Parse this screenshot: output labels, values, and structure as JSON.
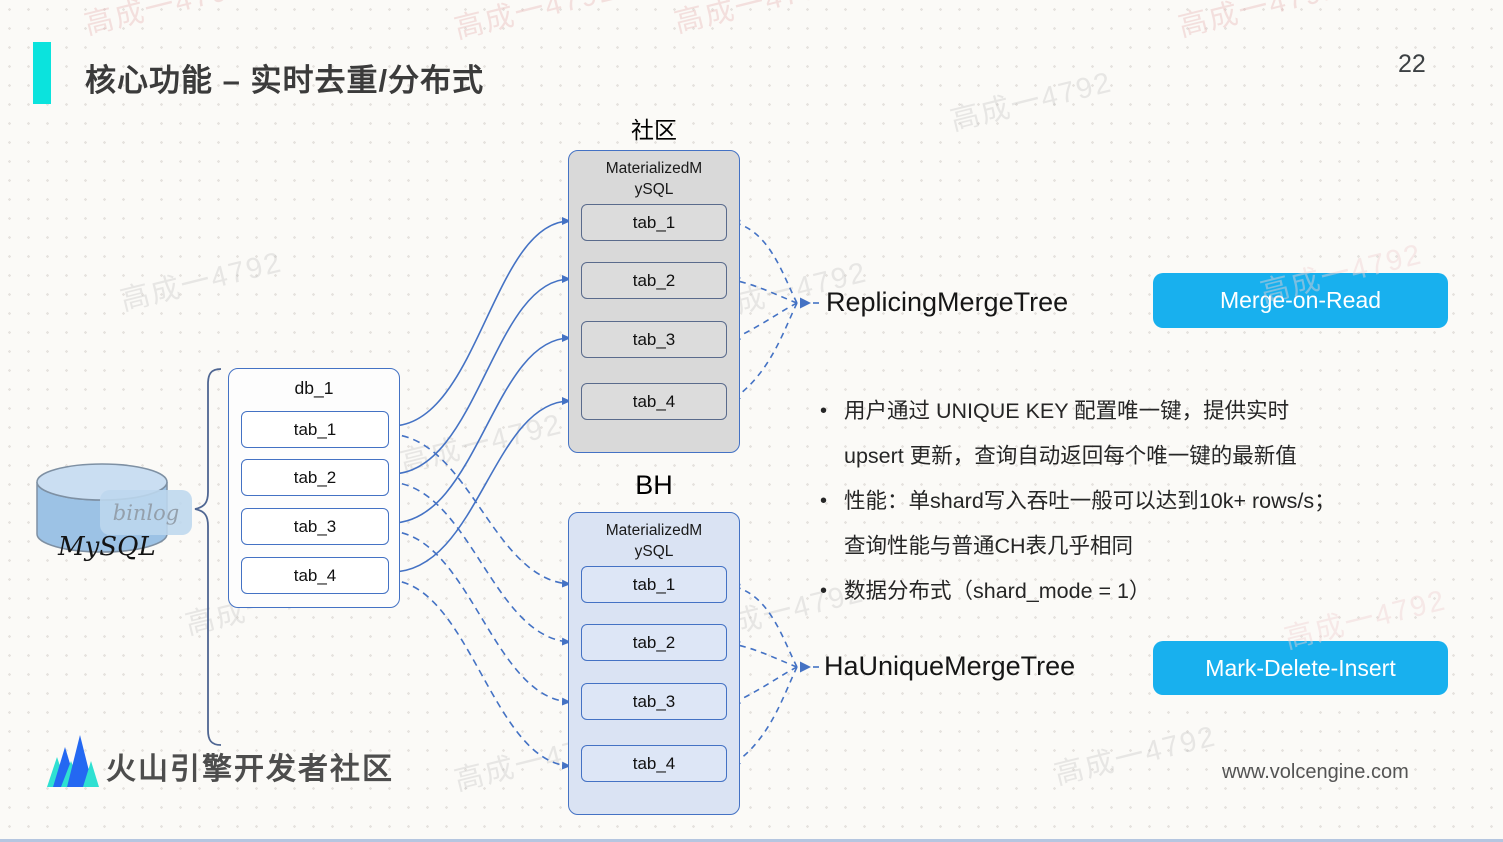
{
  "slide": {
    "page_number": "22",
    "title": "核心功能 – 实时去重/分布式",
    "watermark": "高成一4792"
  },
  "diagram": {
    "source": {
      "db_label": "MySQL",
      "binlog_label": "binlog"
    },
    "mysql_db": {
      "name": "db_1",
      "tables": [
        "tab_1",
        "tab_2",
        "tab_3",
        "tab_4"
      ]
    },
    "community": {
      "caption": "社区",
      "engine": "MaterializedMySQL",
      "tables": [
        "tab_1",
        "tab_2",
        "tab_3",
        "tab_4"
      ],
      "tree": "ReplicingMergeTree",
      "strategy": "Merge-on-Read"
    },
    "bytehouse": {
      "caption": "BH",
      "engine": "MaterializedMySQL",
      "tables": [
        "tab_1",
        "tab_2",
        "tab_3",
        "tab_4"
      ],
      "tree": "HaUniqueMergeTree",
      "strategy": "Mark-Delete-Insert"
    }
  },
  "notes": {
    "marker": "•",
    "items": [
      {
        "lines": [
          "用户通过 UNIQUE KEY 配置唯一键，提供实时",
          "upsert 更新，查询自动返回每个唯一键的最新值"
        ]
      },
      {
        "lines": [
          "性能：单shard写入吞吐一般可以达到10k+ rows/s；",
          "查询性能与普通CH表几乎相同"
        ]
      },
      {
        "lines": [
          "数据分布式（shard_mode = 1）"
        ]
      }
    ]
  },
  "footer": {
    "brand": "火山引擎开发者社区",
    "website": "www.volcengine.com"
  },
  "colors": {
    "accent_cyan": "#0be3dd",
    "button_blue": "#18b0ee",
    "connector_blue": "#4472c4",
    "community_fill": "#d9d9d9",
    "bh_fill": "#dae3f3",
    "cylinder_fill": "#9cc2e5",
    "logo_blue": "#2468f2",
    "logo_cyan": "#2fe0d2"
  }
}
